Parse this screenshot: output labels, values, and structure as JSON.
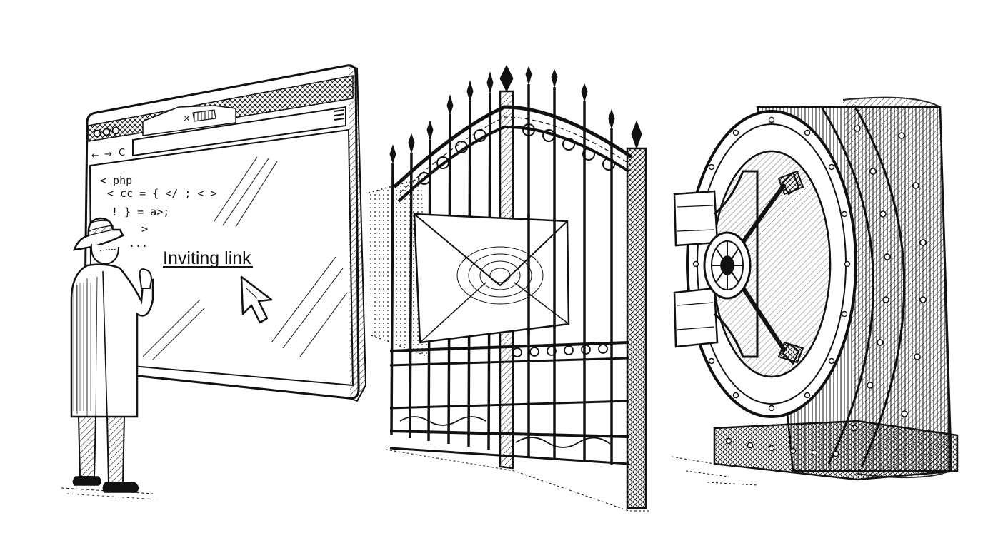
{
  "browser": {
    "tab_close": "×",
    "nav_back": "←",
    "nav_forward": "→",
    "nav_reload": "C",
    "code_lines": [
      "< php",
      "< cc = { </ ; < >",
      "!  } = a>;",
      ">",
      "..."
    ],
    "link_text": "Inviting link"
  },
  "colors": {
    "ink": "#111111",
    "paper": "#ffffff"
  },
  "icons": {
    "menu": "hamburger-icon",
    "cursor": "arrow-cursor-icon",
    "envelope": "envelope-icon"
  }
}
